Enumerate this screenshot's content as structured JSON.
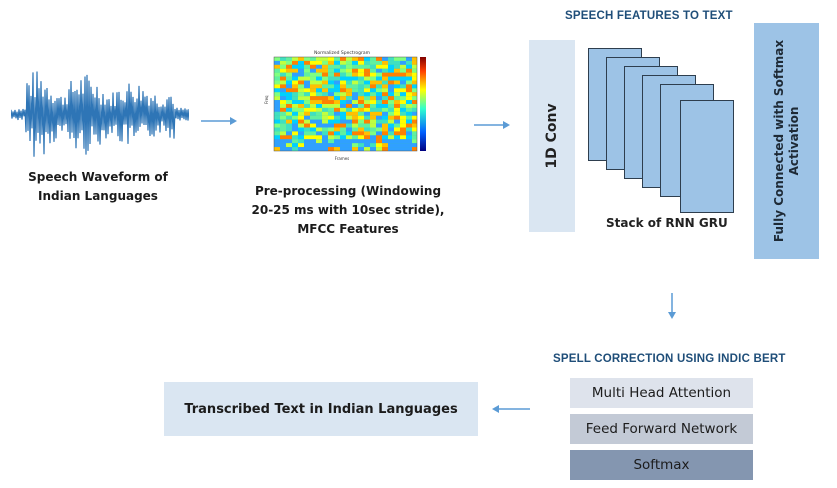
{
  "waveform": {
    "caption_line1": "Speech Waveform of",
    "caption_line2": "Indian Languages",
    "color": "#2e75b6"
  },
  "spectrogram": {
    "title": "Normalized Spectrogram",
    "x_axis_label": "Frames",
    "y_axis_label": "Freq",
    "caption_line1": "Pre-processing (Windowing",
    "caption_line2": "20-25 ms with 10sec stride),",
    "caption_line3": "MFCC Features"
  },
  "speech_to_text": {
    "heading": "SPEECH FEATURES TO TEXT",
    "conv_label": "1D Conv",
    "rnn_label": "Stack of RNN GRU",
    "fc_label_line1": "Fully Connected with Softmax",
    "fc_label_line2": "Activation",
    "rnn_layer_count": 6
  },
  "spell_correction": {
    "heading": "SPELL CORRECTION USING INDIC BERT",
    "layers": [
      {
        "label": "Multi Head Attention",
        "color": "#dee3ec"
      },
      {
        "label": "Feed Forward Network",
        "color": "#c3cad6"
      },
      {
        "label": "Softmax",
        "color": "#8496b0"
      }
    ]
  },
  "output": {
    "label": "Transcribed Text in Indian Languages"
  },
  "colors": {
    "arrow": "#5b9bd5",
    "light_box": "#dae6f2",
    "mid_box": "#9dc3e6",
    "heading": "#1f4e79"
  }
}
